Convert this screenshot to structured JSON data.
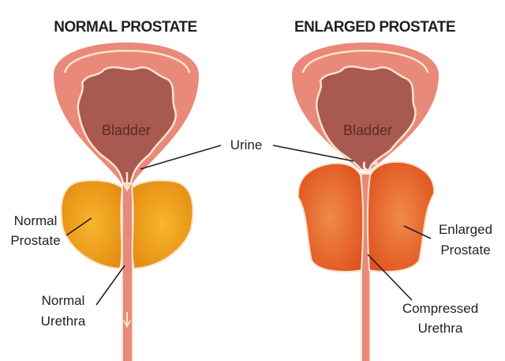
{
  "titles": {
    "normal": "NORMAL PROSTATE",
    "enlarged": "ENLARGED PROSTATE"
  },
  "labels": {
    "bladder": "Bladder",
    "urine": "Urine",
    "normal_prostate": [
      "Normal",
      "Prostate"
    ],
    "normal_urethra": [
      "Normal",
      "Urethra"
    ],
    "enlarged_prostate": [
      "Enlarged",
      "Prostate"
    ],
    "compressed_urethra": [
      "Compressed",
      "Urethra"
    ]
  },
  "colors": {
    "bladder_outer": "#e9897a",
    "bladder_inner": "#a85a50",
    "normal_prostate": "#f0a020",
    "enlarged_prostate": "#e8602c",
    "outline": "#fbe3cf"
  }
}
